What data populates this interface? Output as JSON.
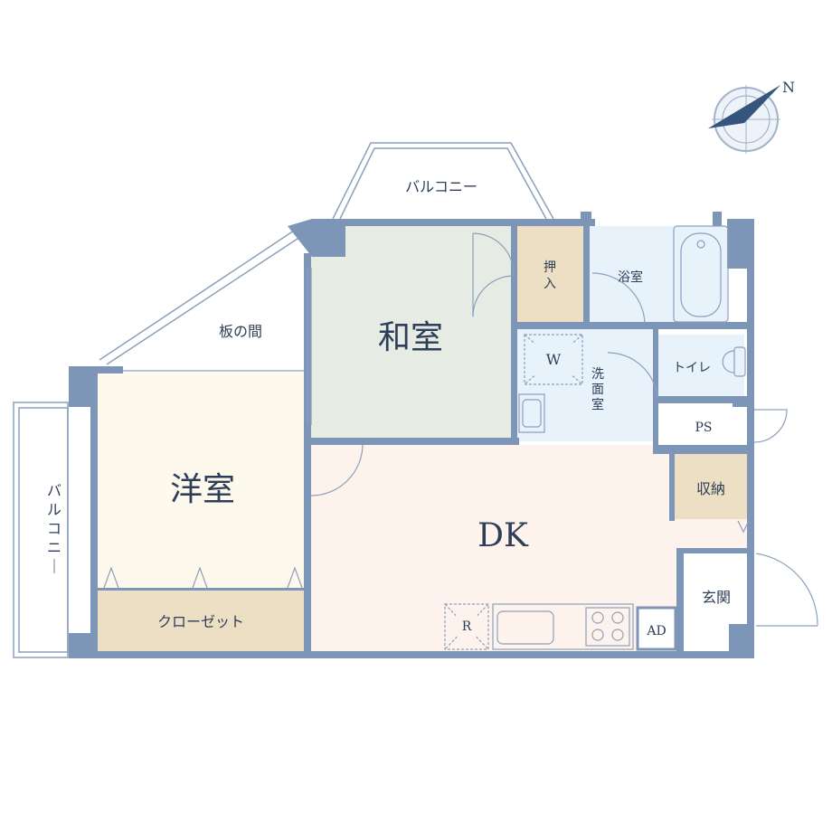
{
  "rooms": {
    "balcony_top": "バルコニー",
    "balcony_left": "バルコニー",
    "itanoma": "板の間",
    "washitsu": "和室",
    "oshiire": "押入",
    "yokushitsu": "浴室",
    "toilet": "トイレ",
    "senmenshitsu": "洗面室",
    "washer": "W",
    "ps": "PS",
    "shuno": "収納",
    "dk": "DK",
    "yoshitsu": "洋室",
    "closet": "クローゼット",
    "fridge": "R",
    "ad": "AD",
    "genkan": "玄関"
  },
  "compass": {
    "north": "N"
  },
  "colors": {
    "wall": "#7d96b8",
    "washitsu": "#e6ebe4",
    "storage": "#ecdfc3",
    "wet": "#e8f2fb",
    "dk": "#fdf3ec",
    "yoshitsu": "#fdf9ec",
    "outline": "#8aa0bd"
  }
}
